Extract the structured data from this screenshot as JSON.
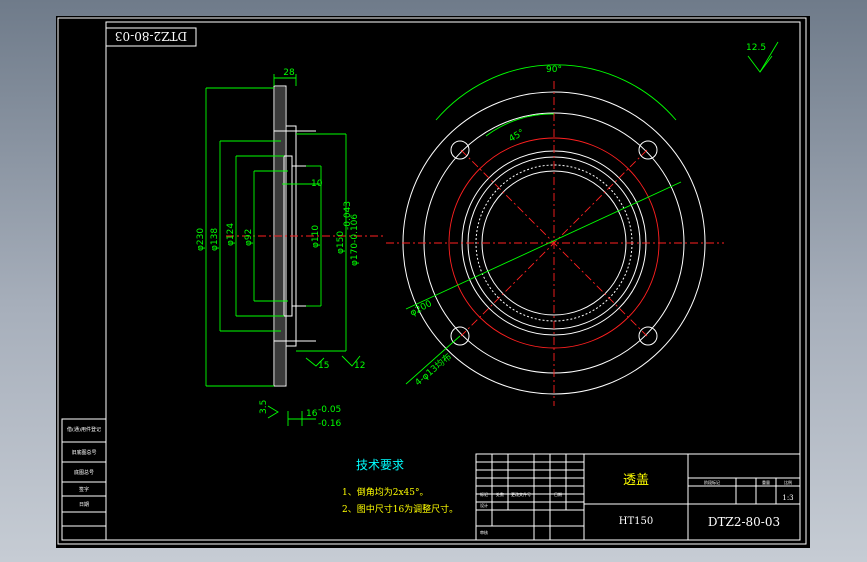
{
  "drawing": {
    "code_upside_down": "DTZ2-80-03",
    "roughness": "12.5",
    "part_name": "透盖",
    "material": "HT150",
    "drawing_code": "DTZ2-80-03",
    "scale": "1:3",
    "tech_req_title": "技术要求",
    "tech_req_1": "1、倒角均为2x45°。",
    "tech_req_2": "2、图中尺寸16为调整尺寸。"
  },
  "dimensions": {
    "d28": "28",
    "d10": "10",
    "phi230": "φ230",
    "phi138": "φ138",
    "phi124": "φ124",
    "phi92": "φ92",
    "phi110": "φ110",
    "phi150": "φ150",
    "phi170": "φ170-0.106",
    "phi08": "-0.043",
    "t16": "16",
    "t16a": "-0.05",
    "t16b": "-0.16",
    "deg90": "90°",
    "deg45": "45°",
    "phi200": "φ200",
    "holes": "4-φ13均布",
    "r15": "15",
    "r12": "12",
    "phi35": "3.5"
  },
  "title_block_left": [
    "借(通)用件登记",
    "旧底图总号",
    "底图总号",
    "签字",
    "日期"
  ],
  "title_block_labels": [
    "标记",
    "处数",
    "更改文件号",
    "日期",
    "设计",
    "审核"
  ],
  "title_block_right_labels": [
    "阶段标记",
    "重量",
    "比例"
  ]
}
